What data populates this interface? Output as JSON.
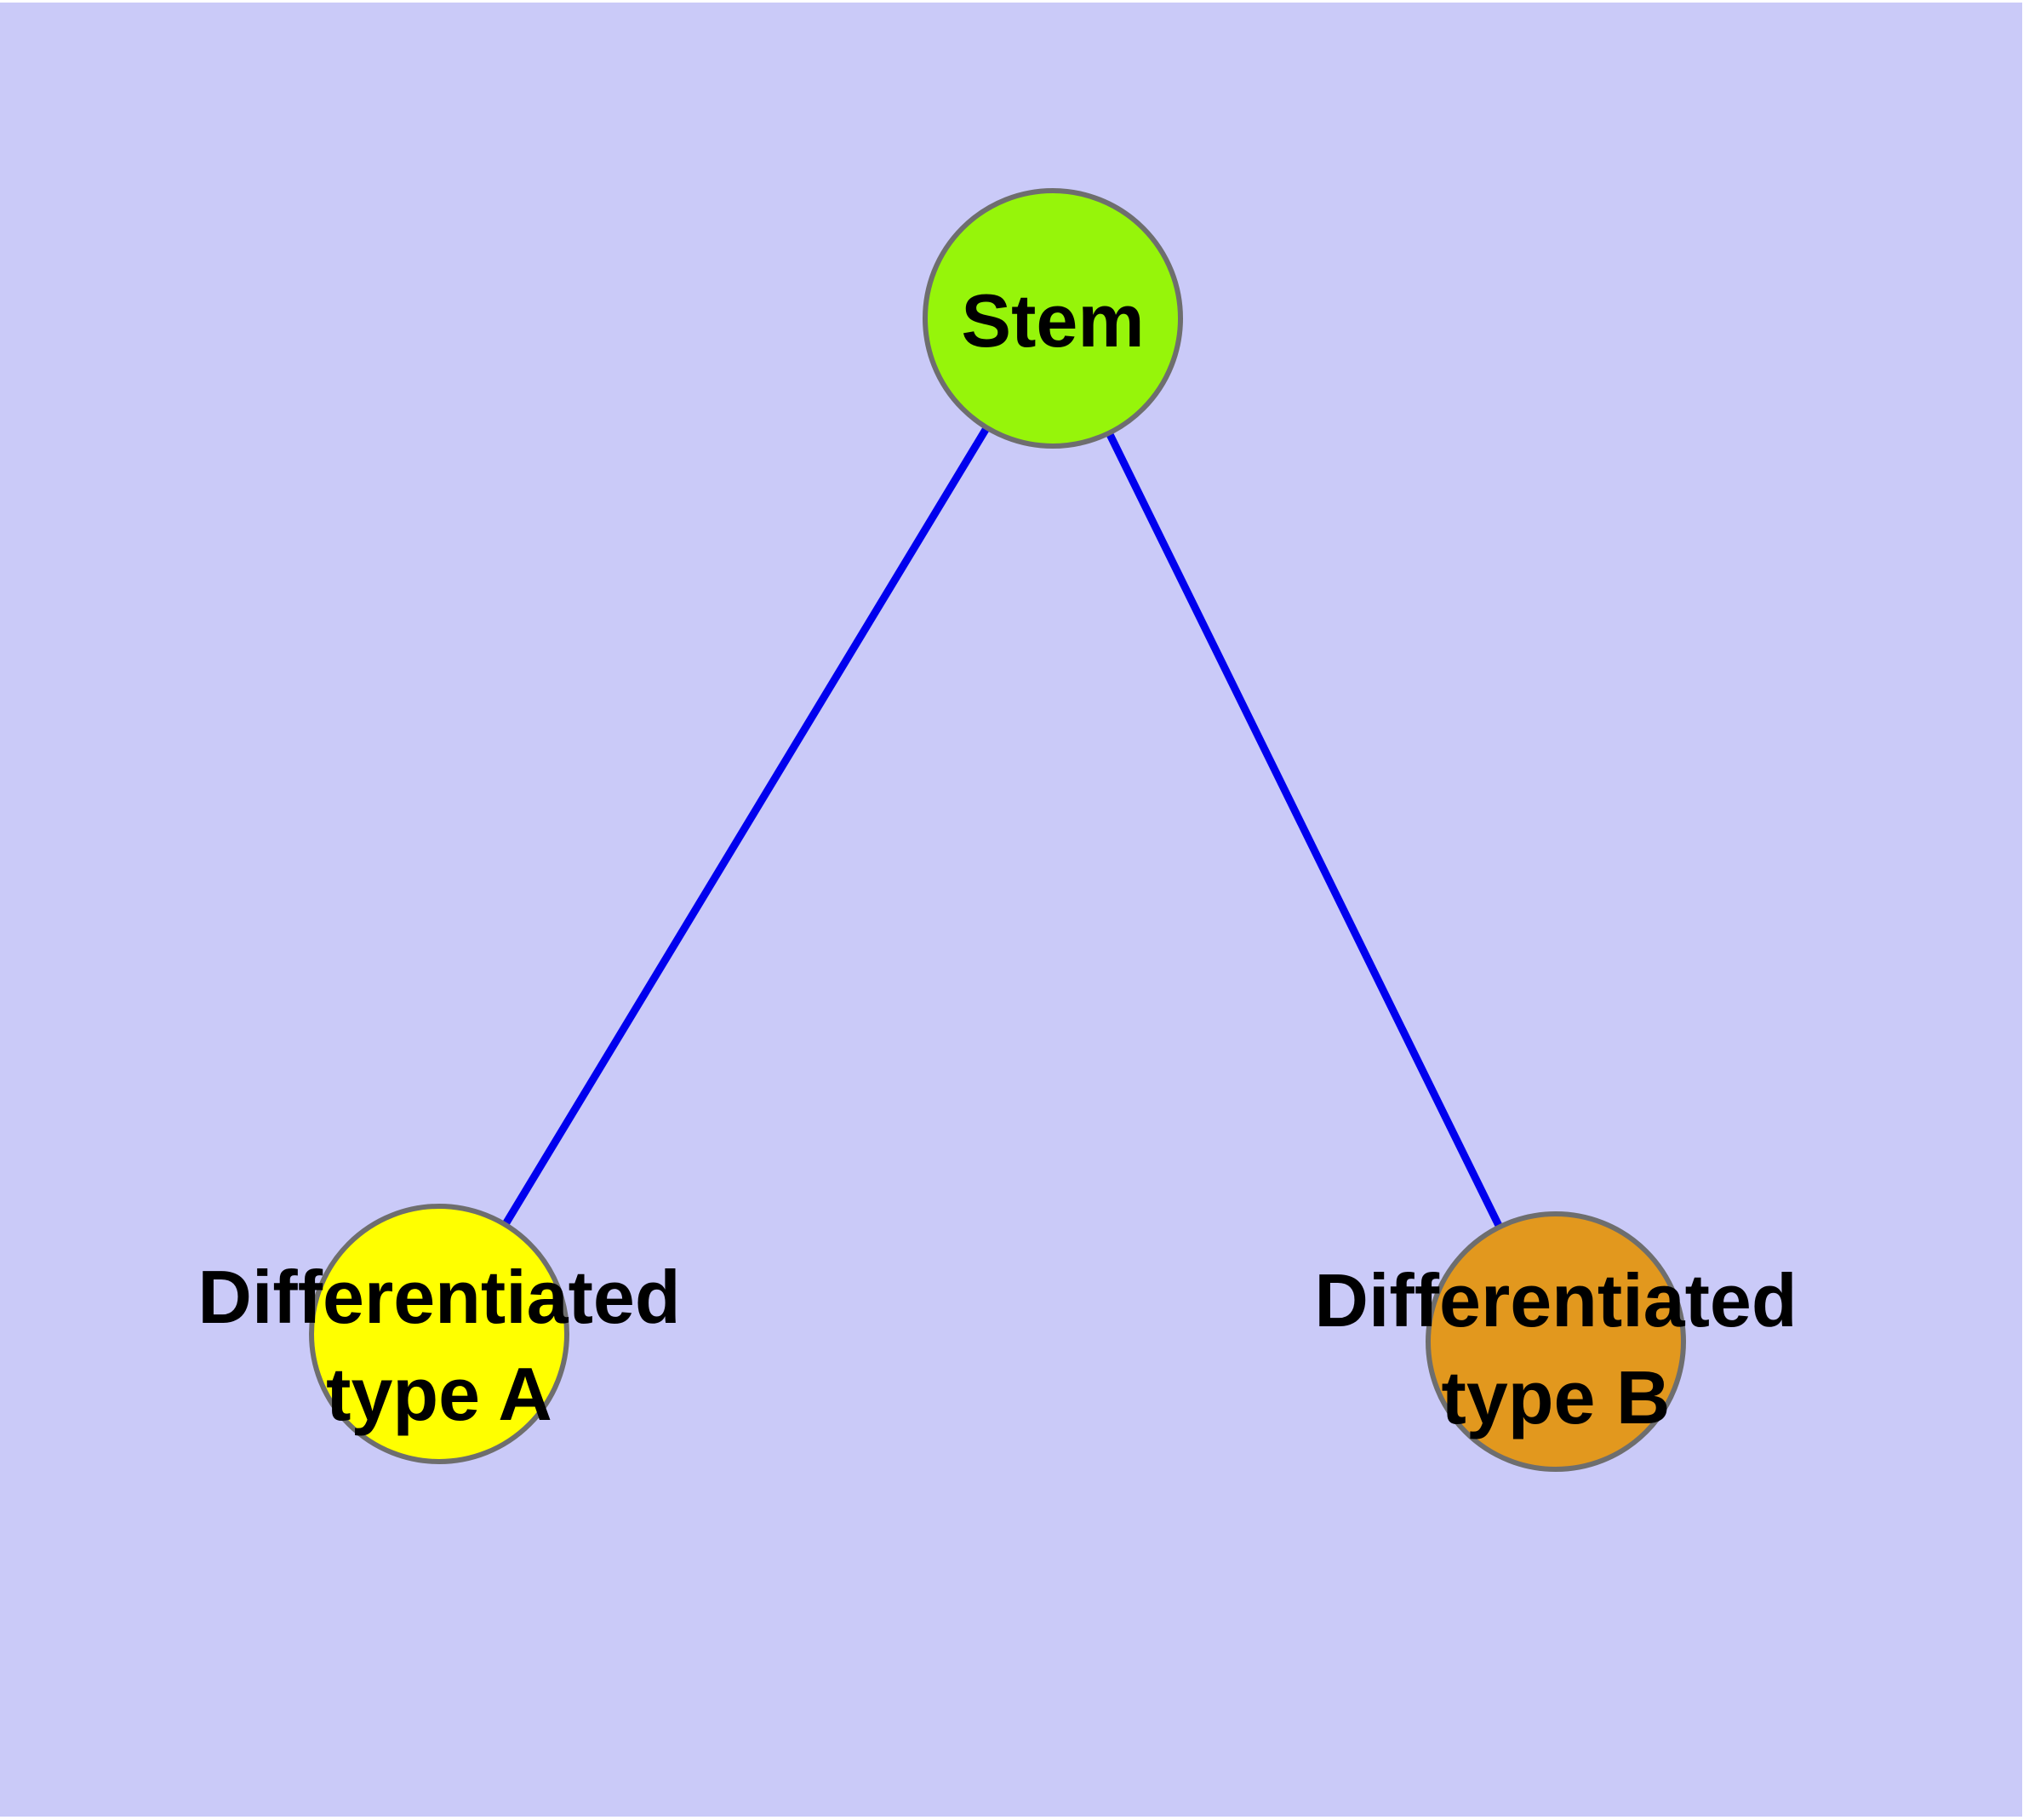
{
  "diagram": {
    "type": "node-link-graph",
    "background_color": "#cacaf8",
    "page_background": "#ffffff",
    "edge_color": "#0000ee",
    "node_border_color": "#6e6e6e",
    "label_color": "#000000",
    "nodes": [
      {
        "id": "stem",
        "label": "Stem",
        "fill": "#96f50a"
      },
      {
        "id": "differentiated-type-a",
        "label_line1": "Differentiated",
        "label_line2": "type A",
        "fill": "#ffff00"
      },
      {
        "id": "differentiated-type-b",
        "label_line1": "Differentiated",
        "label_line2": "type B",
        "fill": "#e2981e"
      }
    ],
    "edges": [
      {
        "from": "stem",
        "to": "differentiated-type-a"
      },
      {
        "from": "stem",
        "to": "differentiated-type-b"
      }
    ]
  }
}
